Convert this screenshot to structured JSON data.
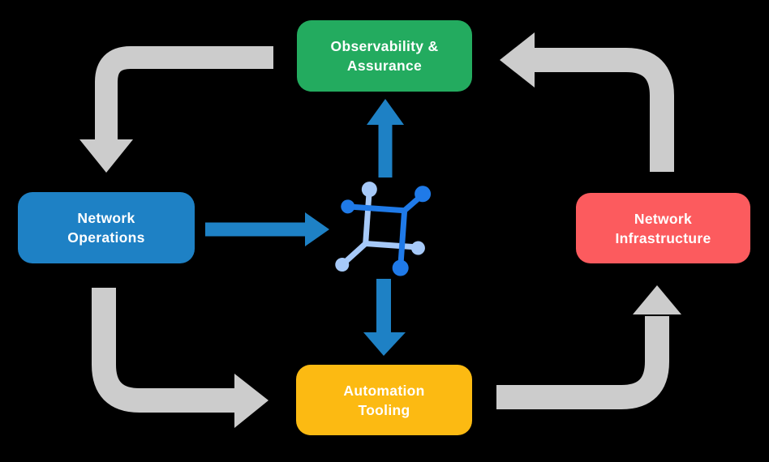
{
  "diagram": {
    "background": "#000000",
    "text_color": "#ffffff",
    "nodes": {
      "observability": {
        "line1": "Observability &",
        "line2": "Assurance",
        "color": "#23ab5f"
      },
      "network_operations": {
        "line1": "Network",
        "line2": "Operations",
        "color": "#1e81c5"
      },
      "network_infrastructure": {
        "line1": "Network",
        "line2": "Infrastructure",
        "color": "#fc5b5e"
      },
      "automation_tooling": {
        "line1": "Automation",
        "line2": "Tooling",
        "color": "#fcba12"
      }
    },
    "center_icon": {
      "name": "network-mesh-icon",
      "dark_color": "#1f7ae8",
      "light_color": "#a6c9f8"
    },
    "arrows": {
      "cycle_color": "#cccccc",
      "flow_color": "#1e81c5"
    }
  }
}
